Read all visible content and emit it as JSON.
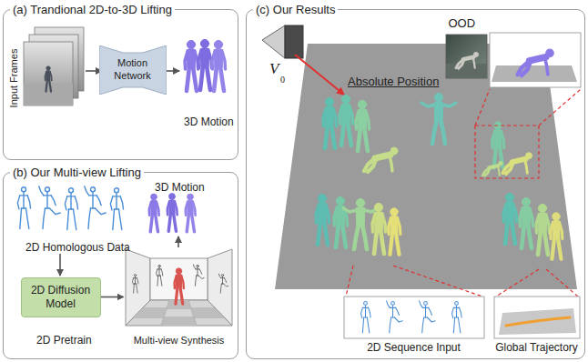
{
  "diagram": {
    "nodes": [
      {
        "text": [
          "(a) Trandional 2D-to-3D Lifting"
        ]
      },
      {
        "text": [
          "Motion Network"
        ],
        "in": 0
      },
      {
        "text": [
          "(b) Our Multi-view Lifting"
        ]
      },
      {
        "text": [
          "2D Diffusion Model"
        ],
        "in": 2
      },
      {
        "text": [
          "Multi-view Synthesis"
        ],
        "in": 2
      },
      {
        "text": [
          "(c) Our Results"
        ]
      },
      {
        "text": [
          "OOD"
        ],
        "in": 5
      },
      {
        "text": [
          "2D Sequence Input"
        ],
        "in": 5
      },
      {
        "text": [
          "Global Trajectory"
        ],
        "in": 5
      }
    ],
    "edges": [
      {
        "from": 3,
        "to": 4,
        "arrow": "to"
      }
    ],
    "labels": [
      "Input Frames",
      "3D Motion",
      "2D Homologous Data",
      "3D Motion",
      "2D Pretrain",
      "V",
      "0",
      "Absolute Position"
    ]
  }
}
